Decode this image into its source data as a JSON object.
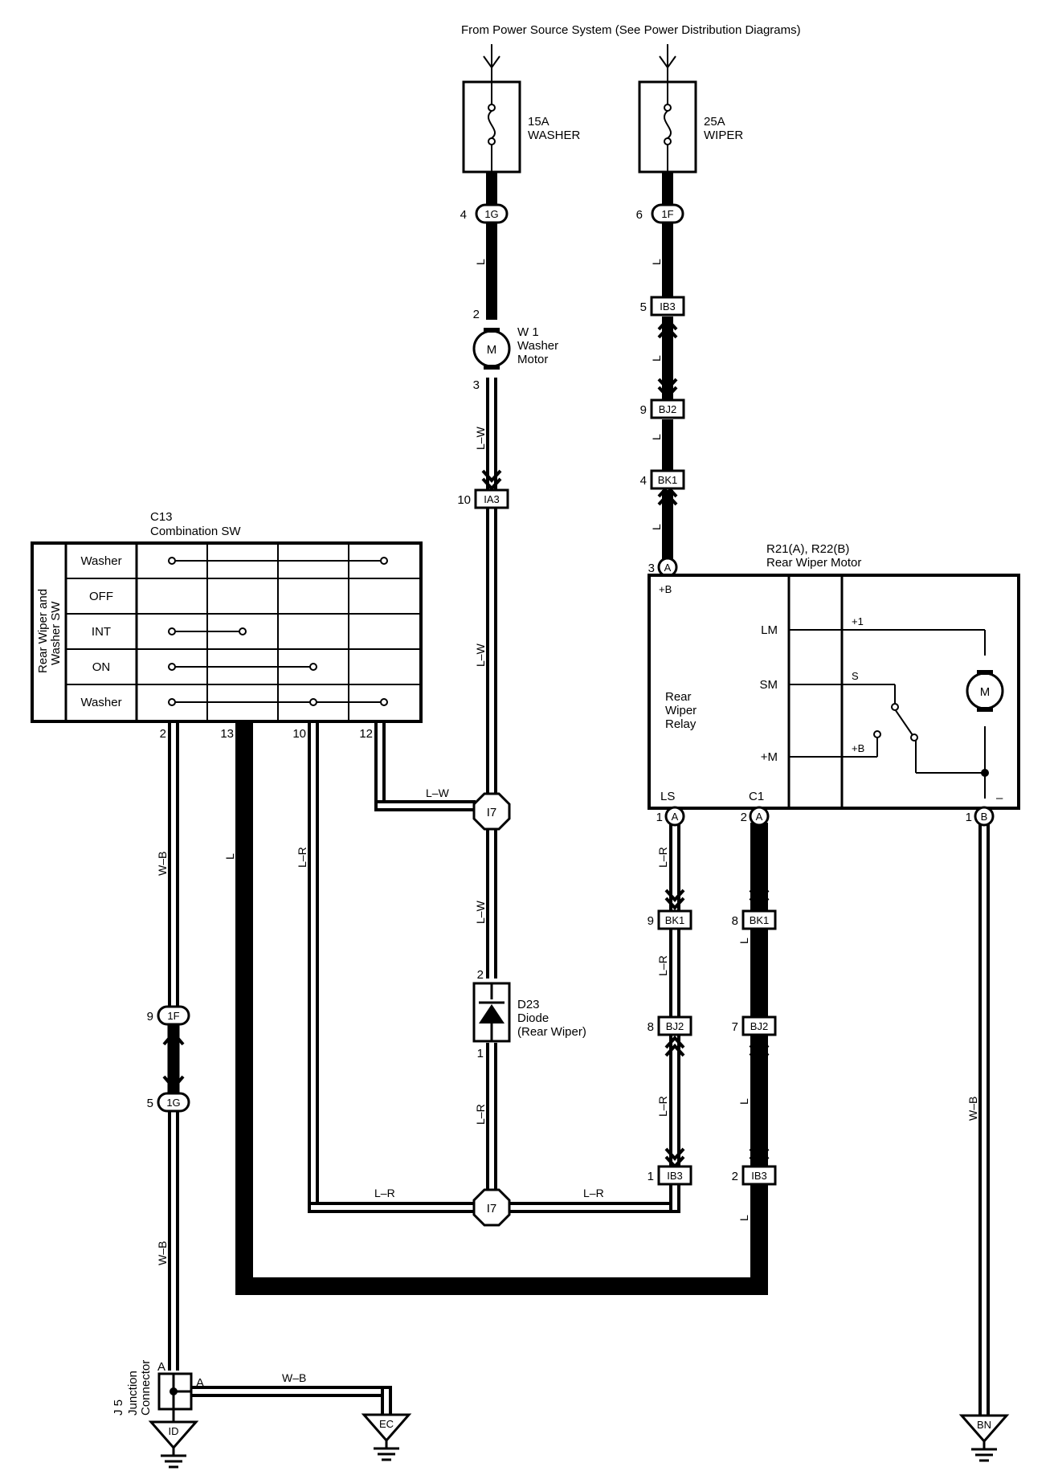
{
  "header": {
    "source_note": "From Power Source System (See Power Distribution Diagrams)"
  },
  "fuses": [
    {
      "id": "fuse-washer",
      "rating": "15A",
      "name": "WASHER"
    },
    {
      "id": "fuse-wiper",
      "rating": "25A",
      "name": "WIPER"
    }
  ],
  "connectors": {
    "c1g_top": {
      "pin": "4",
      "code": "1G"
    },
    "c1f_top": {
      "pin": "6",
      "code": "1F"
    },
    "ib3_top": {
      "pin": "5",
      "code": "IB3"
    },
    "bj2_top": {
      "pin": "9",
      "code": "BJ2"
    },
    "bk1_top": {
      "pin": "4",
      "code": "BK1"
    },
    "ia3": {
      "pin": "10",
      "code": "IA3"
    },
    "a3": {
      "pin": "3",
      "code": "A"
    },
    "a1": {
      "pin": "1",
      "code": "A"
    },
    "a2": {
      "pin": "2",
      "code": "A"
    },
    "b1": {
      "pin": "1",
      "code": "B"
    },
    "bk1_l": {
      "pin": "9",
      "code": "BK1"
    },
    "bk1_r": {
      "pin": "8",
      "code": "BK1"
    },
    "bj2_l": {
      "pin": "8",
      "code": "BJ2"
    },
    "bj2_r": {
      "pin": "7",
      "code": "BJ2"
    },
    "ib3_l": {
      "pin": "1",
      "code": "IB3"
    },
    "ib3_r": {
      "pin": "2",
      "code": "IB3"
    },
    "c1f_left": {
      "pin": "9",
      "code": "1F"
    },
    "c1g_left": {
      "pin": "5",
      "code": "1G"
    }
  },
  "junctions": {
    "i7_top": "I7",
    "i7_bottom": "I7"
  },
  "washer_motor": {
    "ref": "W 1",
    "name_line1": "Washer",
    "name_line2": "Motor",
    "symbol": "M",
    "pin_in": "2",
    "pin_out": "3"
  },
  "diode": {
    "ref": "D23",
    "name_line1": "Diode",
    "name_line2": "(Rear Wiper)",
    "pin_in": "2",
    "pin_out": "1"
  },
  "combination_sw": {
    "ref": "C13",
    "name": "Combination SW",
    "side_label_line1": "Rear Wiper and",
    "side_label_line2": "Washer SW",
    "rows": [
      "Washer",
      "OFF",
      "INT",
      "ON",
      "Washer"
    ],
    "pins": [
      "2",
      "13",
      "10",
      "12"
    ]
  },
  "rear_wiper_motor": {
    "ref": "R21(A), R22(B)",
    "name": "Rear Wiper Motor",
    "relay_line1": "Rear",
    "relay_line2": "Wiper",
    "relay_line3": "Relay",
    "terminals": {
      "plus_b_top": "+B",
      "lm": "LM",
      "sm": "SM",
      "plus_m": "+M",
      "ls": "LS",
      "c1": "C1",
      "plus1": "+1",
      "s": "S",
      "plus_b_inner": "+B",
      "minus": "–"
    },
    "motor_symbol": "M"
  },
  "junction_connector": {
    "ref": "J 5",
    "name": "Junction",
    "name2": "Connector",
    "pin_in": "A",
    "pin_out": "A"
  },
  "grounds": [
    "ID",
    "EC",
    "BN"
  ],
  "wire_colors": {
    "l": "L",
    "lw": "L–W",
    "lr": "L–R",
    "wb": "W–B"
  },
  "colors": {
    "ink": "#000000",
    "paper": "#ffffff"
  }
}
